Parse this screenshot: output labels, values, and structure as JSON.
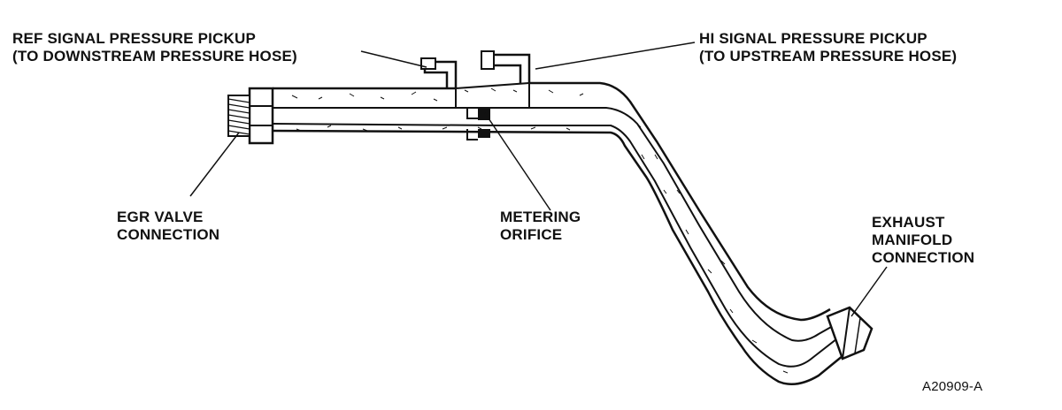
{
  "labels": {
    "ref_pickup": {
      "line1": "REF SIGNAL PRESSURE PICKUP",
      "line2": "(TO DOWNSTREAM PRESSURE HOSE)"
    },
    "hi_pickup": {
      "line1": "HI SIGNAL PRESSURE PICKUP",
      "line2": "(TO UPSTREAM PRESSURE HOSE)"
    },
    "egr_valve": {
      "line1": "EGR VALVE",
      "line2": "CONNECTION"
    },
    "metering": {
      "line1": "METERING",
      "line2": "ORIFICE"
    },
    "exhaust": {
      "line1": "EXHAUST",
      "line2": "MANIFOLD",
      "line3": "CONNECTION"
    },
    "figure_id": "A20909-A"
  },
  "colors": {
    "ink": "#111111",
    "background": "#ffffff"
  }
}
